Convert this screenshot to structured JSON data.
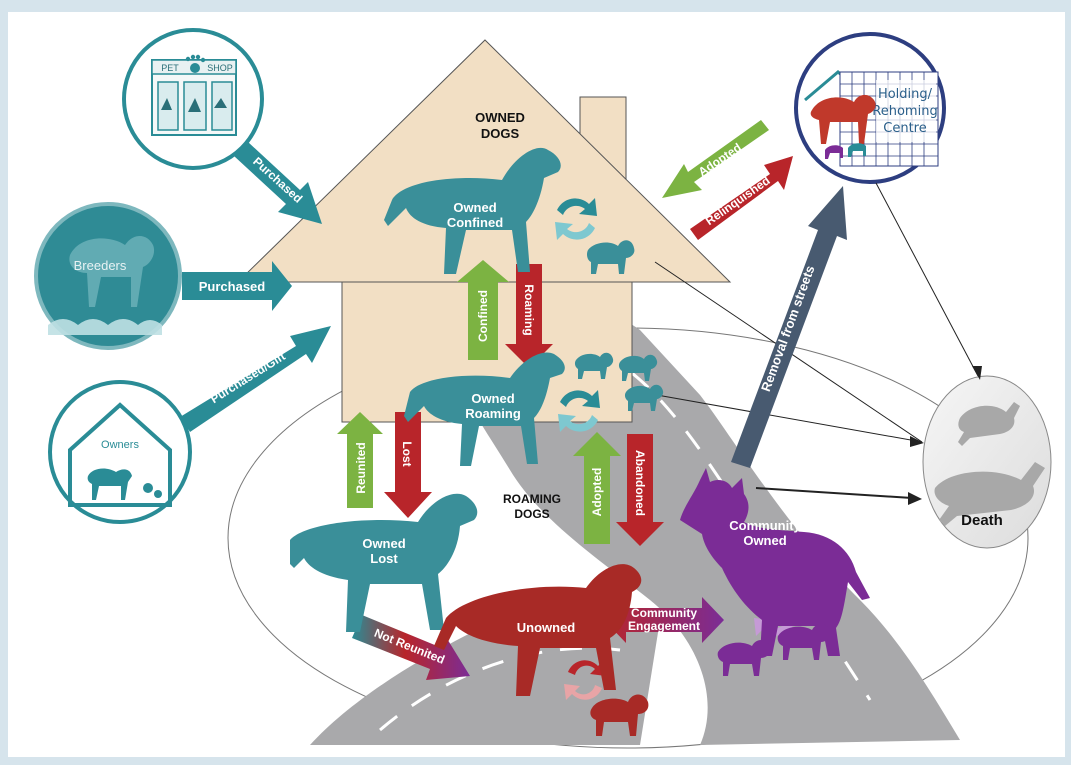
{
  "sources": {
    "pet_shop": {
      "sign_left": "PET",
      "sign_right": "SHOP"
    },
    "breeders": {
      "label": "Breeders"
    },
    "owners": {
      "label": "Owners"
    }
  },
  "holding": {
    "label_line1": "Holding/",
    "label_line2": "Rehoming",
    "label_line3": "Centre"
  },
  "house": {
    "title_line1": "OWNED",
    "title_line2": "DOGS"
  },
  "roaming_title": {
    "line1": "ROAMING",
    "line2": "DOGS"
  },
  "dogs": {
    "owned_confined": {
      "line1": "Owned",
      "line2": "Confined"
    },
    "owned_roaming": {
      "line1": "Owned",
      "line2": "Roaming"
    },
    "owned_lost": {
      "line1": "Owned",
      "line2": "Lost"
    },
    "unowned": {
      "label": "Unowned"
    },
    "community_owned": {
      "line1": "Community",
      "line2": "Owned"
    }
  },
  "death": {
    "label": "Death"
  },
  "arrows": {
    "purchased_petshop": "Purchased",
    "purchased_breeders": "Purchased",
    "purchased_gift": "Purchased/Gift",
    "adopted_centre": "Adopted",
    "relinquished": "Relinquished",
    "removal": "Removal from streets",
    "confined": "Confined",
    "roaming": "Roaming",
    "reunited": "Reunited",
    "lost": "Lost",
    "adopted_roaming": "Adopted",
    "abandoned": "Abandoned",
    "community_engagement_line1": "Community",
    "community_engagement_line2": "Engagement",
    "not_reunited": "Not Reunited"
  },
  "colors": {
    "teal": "#2a8c96",
    "dog_teal": "#3a8f99",
    "red": "#b8252a",
    "green": "#7cb342",
    "purple": "#7b2c96",
    "slate": "#485a70",
    "house_fill": "#f2dfc4",
    "road": "#a9a9ab"
  }
}
